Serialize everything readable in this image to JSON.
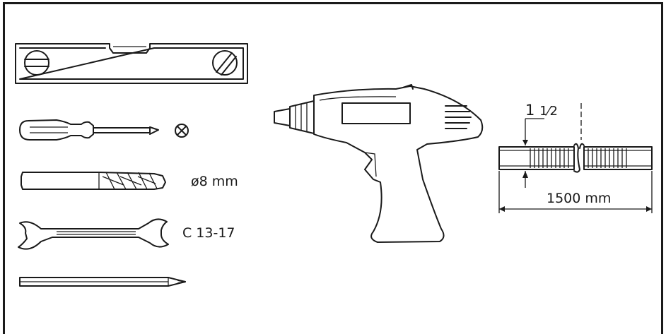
{
  "labels": {
    "screwdriver_symbol": "⊗",
    "drill_bit_size": "ø8 mm",
    "wrench_size": "C 13-17",
    "pipe_diameter_whole": "1",
    "pipe_diameter_fraction": "1⁄2",
    "hose_length": "1500 mm"
  },
  "tools": [
    "spirit-level",
    "screwdriver",
    "drill-bit",
    "wrench",
    "pencil",
    "power-drill",
    "flexible-hose"
  ]
}
